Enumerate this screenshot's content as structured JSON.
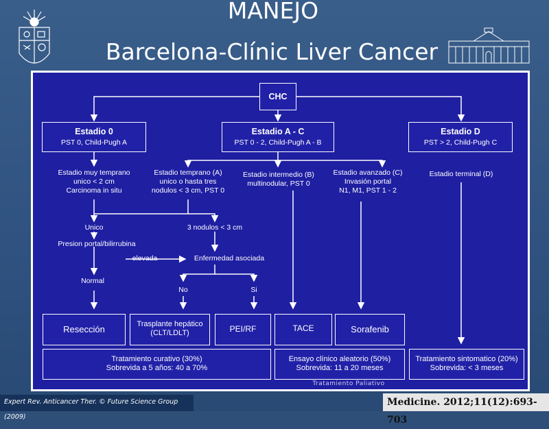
{
  "slide": {
    "title_line1": "MANEJO",
    "title_line2": "Barcelona-Clínic Liver Cancer"
  },
  "diagram": {
    "root": "CHC",
    "stages": [
      {
        "title": "Estadio 0",
        "subtitle": "PST 0, Child-Pugh A"
      },
      {
        "title": "Estadio A - C",
        "subtitle": "PST 0 - 2, Child-Pugh A - B"
      },
      {
        "title": "Estadio D",
        "subtitle": "PST > 2, Child-Pugh C"
      }
    ],
    "descriptions": {
      "muy_temprano": [
        "Estadio muy temprano",
        "unico < 2 cm",
        "Carcinoma in situ"
      ],
      "temprano": [
        "Estadio temprano (A)",
        "unico o hasta tres",
        "nodulos < 3 cm, PST 0"
      ],
      "intermedio": [
        "Estadio intermedio (B)",
        "multinodular, PST 0"
      ],
      "avanzado": [
        "Estadio avanzado (C)",
        "Invasión portal",
        "N1, M1, PST 1 - 2"
      ],
      "terminal": [
        "Estadio terminal (D)"
      ]
    },
    "decisions": {
      "unico": "Unico",
      "tres_nodulos": "3 nodulos < 3 cm",
      "presion_portal": "Presion portal/bilirrubina",
      "elevada": "elevada",
      "enfermedad_asociada": "Enfermedad asociada",
      "normal": "Normal",
      "no": "No",
      "si": "Si"
    },
    "treatments": {
      "reseccion": "Resección",
      "trasplante": [
        "Trasplante hepático",
        "(CLT/LDLT)"
      ],
      "pei_rf": "PEI/RF",
      "tace": "TACE",
      "sorafenib": "Sorafenib"
    },
    "outcomes": {
      "curativo": [
        "Tratamiento curativo (30%)",
        "Sobrevida a 5 años: 40 a 70%"
      ],
      "ensayo": [
        "Ensayo clínico aleatorio (50%)",
        "Sobrevida: 11 a 20 meses"
      ],
      "sintomatico": [
        "Tratamiento sintomatico (20%)",
        "Sobrevida: < 3 meses"
      ]
    },
    "caption": "Tratamiento Paliativo"
  },
  "footer": {
    "left": "Expert Rev. Anticancer Ther. © Future Science Group (2009)",
    "right": "Medicine. 2012;11(12):693-703"
  },
  "colors": {
    "slide_background": "#2e4f78",
    "diagram_background": "#1f1fa2",
    "line": "#ffffff"
  }
}
